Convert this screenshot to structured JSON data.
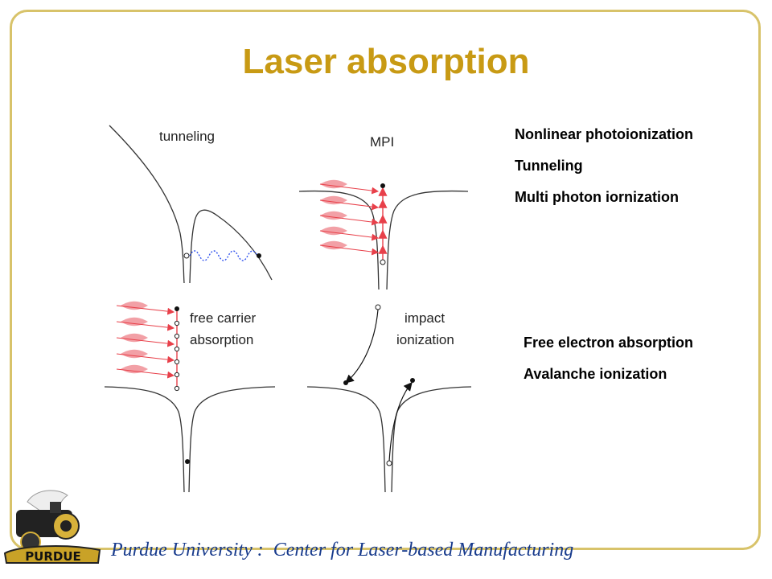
{
  "slide": {
    "title": "Laser absorption",
    "footer": "Purdue University :  Center for Laser-based Manufacturing",
    "logo_text": "PURDUE"
  },
  "diagrams": {
    "tunneling": "tunneling",
    "mpi": "MPI",
    "free_carrier_1": "free carrier",
    "free_carrier_2": "absorption",
    "impact_1": "impact",
    "impact_2": "ionization"
  },
  "lists": {
    "top": [
      "Nonlinear photoionization",
      "Tunneling",
      "Multi photon iornization"
    ],
    "bottom": [
      "Free electron absorption",
      "Avalanche ionization"
    ]
  },
  "colors": {
    "title": "#c89a14",
    "frame": "#d8c36a",
    "footer": "#173a8c",
    "photon": "#e8404a",
    "wave": "#3355ee"
  }
}
